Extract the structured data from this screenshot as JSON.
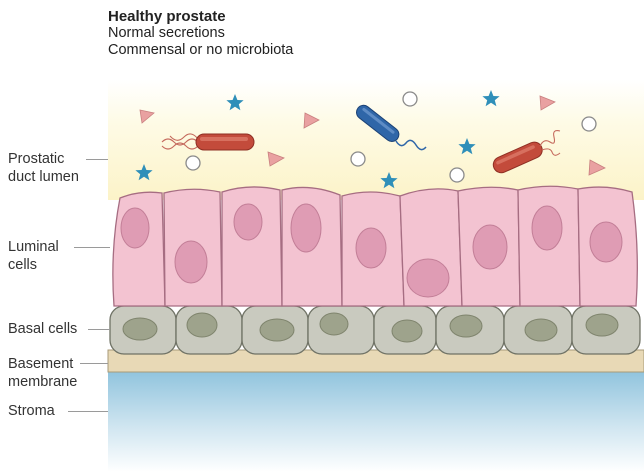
{
  "header": {
    "title": "Healthy prostate",
    "line1": "Normal secretions",
    "line2": "Commensal or no microbiota"
  },
  "labels": {
    "lumen_line1": "Prostatic",
    "lumen_line2": "duct lumen",
    "luminal_line1": "Luminal",
    "luminal_line2": "cells",
    "basal": "Basal cells",
    "basement_line1": "Basement",
    "basement_line2": "membrane",
    "stroma": "Stroma"
  },
  "colors": {
    "lumen": "#fdf7d4",
    "luminal_cell": "#f2c2d0",
    "luminal_nucleus": "#de9bb3",
    "basal_cell": "#c8c9bd",
    "basal_nucleus": "#9ba189",
    "membrane": "#e6d6b1",
    "stroma": "#9ccbe2",
    "bacterium_red": "#c24a3a",
    "bacterium_blue": "#2f66a8",
    "star": "#2f8fb8",
    "triangle": "#e8a2a2"
  }
}
